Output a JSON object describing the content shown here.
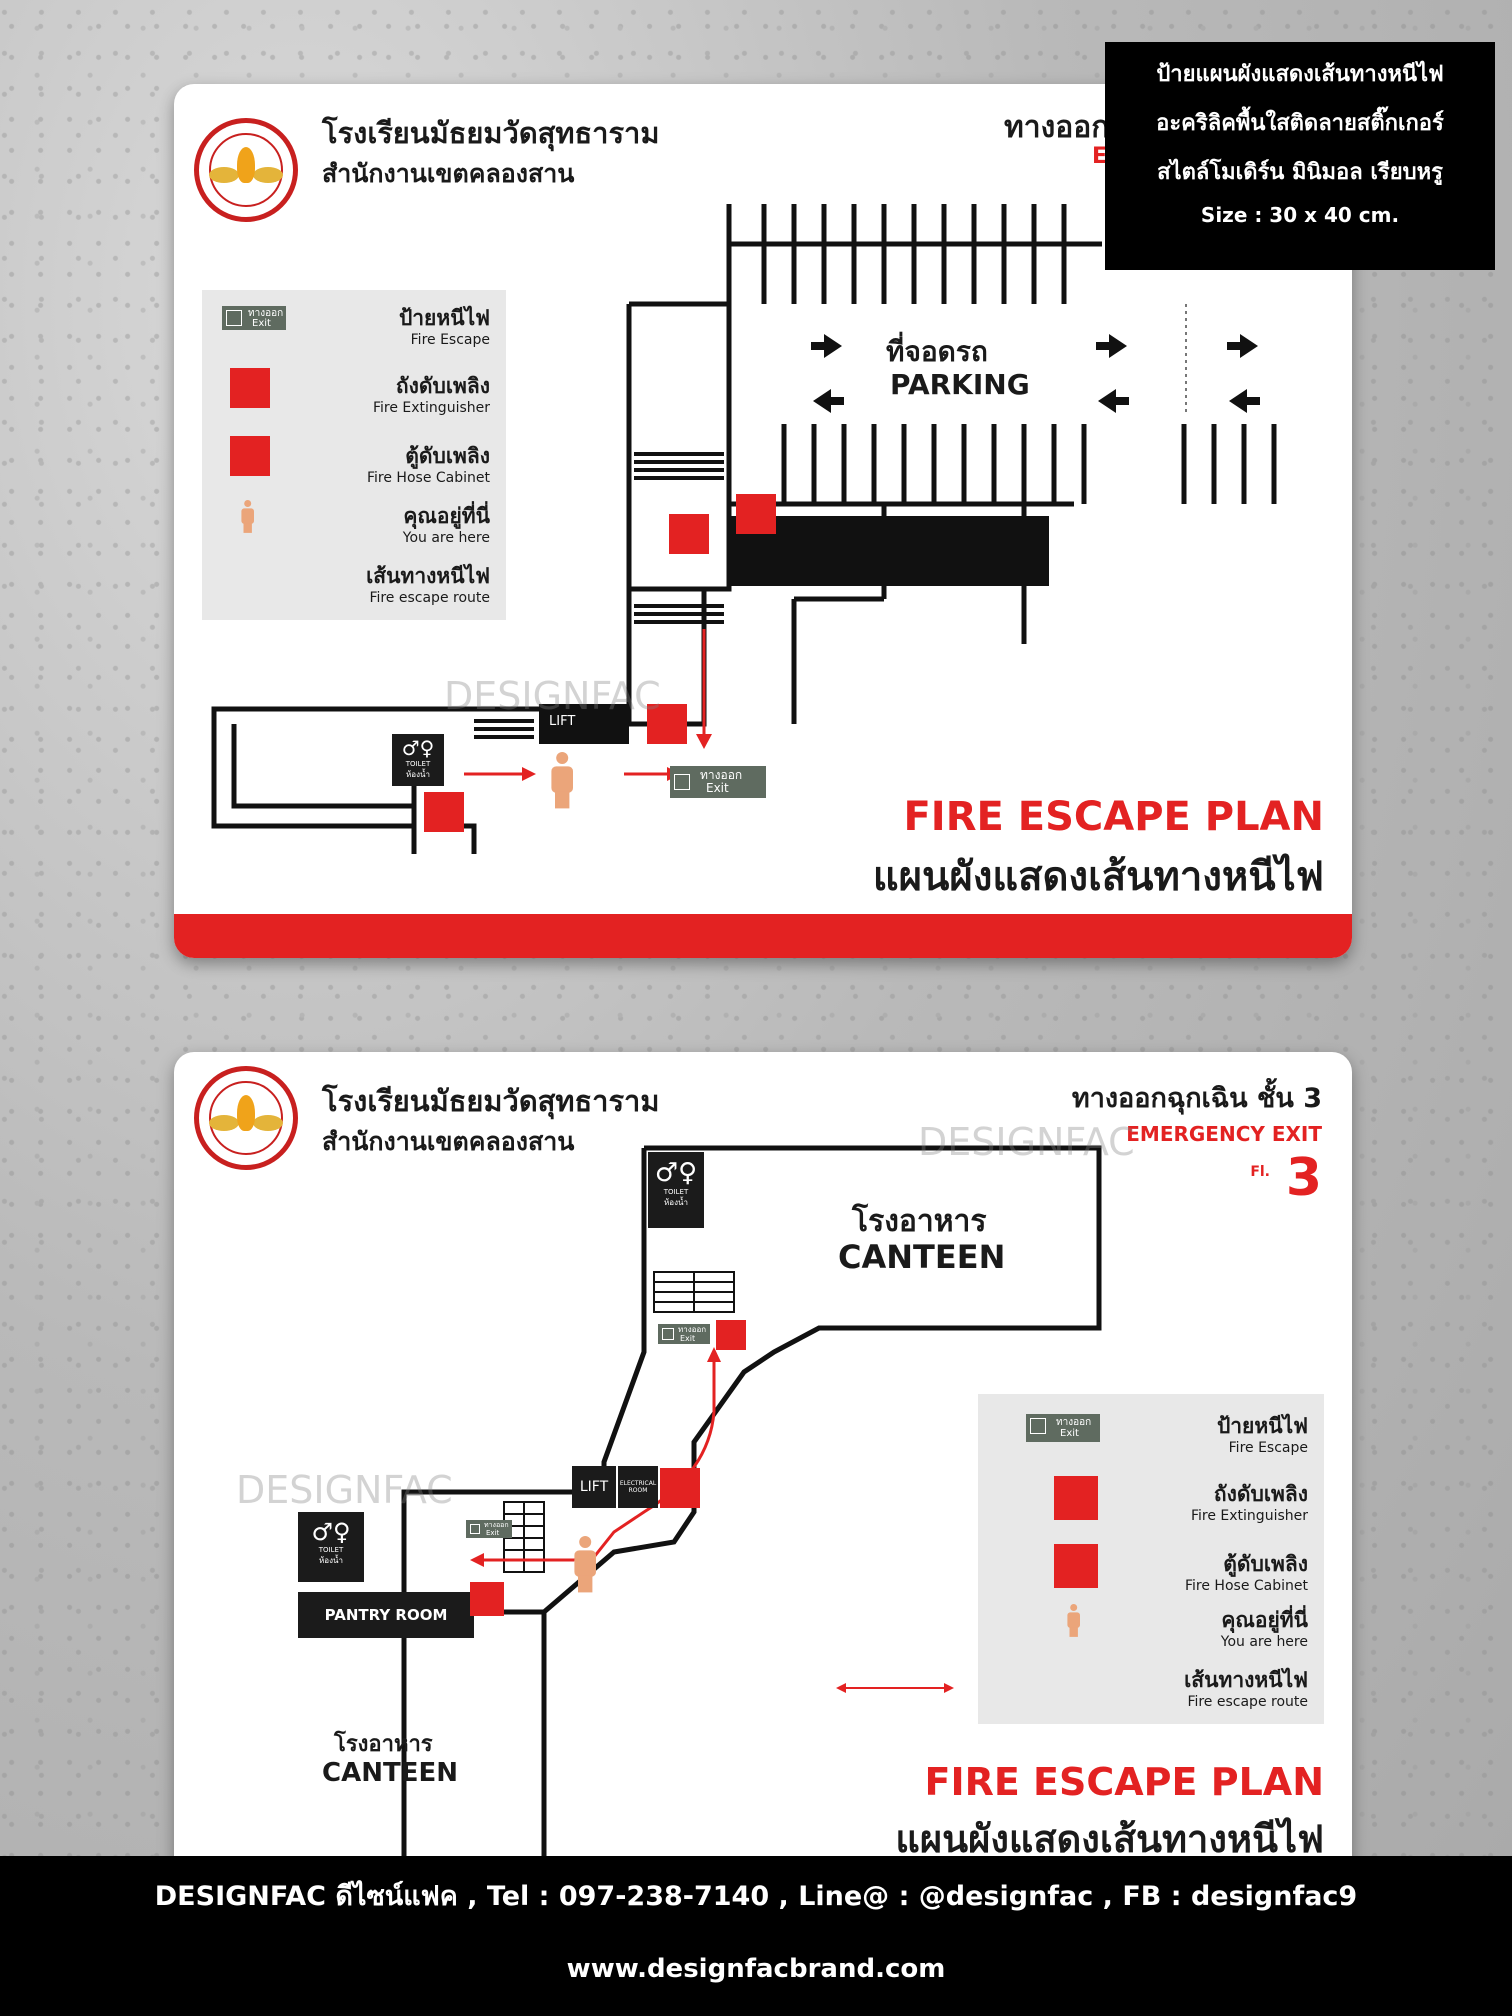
{
  "sign1": {
    "school_name": "โรงเรียนมัธยมวัดสุทธาราม",
    "school_office": "สำนักงานเขตคลองสาน",
    "header_right": "ทางออก",
    "header_right_en": "E",
    "legend": [
      {
        "th": "ป้ายหนีไฟ",
        "en": "Fire Escape"
      },
      {
        "th": "ถังดับเพลิง",
        "en": "Fire Extinguisher"
      },
      {
        "th": "ตู้ดับเพลิง",
        "en": "Fire Hose Cabinet"
      },
      {
        "th": "คุณอยู่ที่นี่",
        "en": "You are here"
      },
      {
        "th": "เส้นทางหนีไฟ",
        "en": "Fire escape route"
      }
    ],
    "exit_badge_th": "ทางออก",
    "exit_badge_en": "Exit",
    "parking_th": "ที่จอดรถ",
    "parking_en": "PARKING",
    "lift": "LIFT",
    "toilet_en": "TOILET",
    "toilet_th": "ห้องน้ำ",
    "plan_en": "FIRE ESCAPE PLAN",
    "plan_th": "แผนผังแสดงเส้นทางหนีไฟ",
    "watermark": "DESIGNFAC"
  },
  "sign2": {
    "school_name": "โรงเรียนมัธยมวัดสุทธาราม",
    "school_office": "สำนักงานเขตคลองสาน",
    "header_right_th": "ทางออกฉุกเฉิน ชั้น 3",
    "header_right_en": "EMERGENCY EXIT",
    "floor_label": "Fl.",
    "floor_number": "3",
    "canteen_th": "โรงอาหาร",
    "canteen_en": "CANTEEN",
    "pantry": "PANTRY ROOM",
    "lift": "LIFT",
    "electrical": "ELECTRICAL ROOM",
    "toilet_en": "TOILET",
    "toilet_th": "ห้องน้ำ",
    "exit_badge_th": "ทางออก",
    "exit_badge_en": "Exit",
    "legend": [
      {
        "th": "ป้ายหนีไฟ",
        "en": "Fire Escape"
      },
      {
        "th": "ถังดับเพลิง",
        "en": "Fire Extinguisher"
      },
      {
        "th": "ตู้ดับเพลิง",
        "en": "Fire Hose Cabinet"
      },
      {
        "th": "คุณอยู่ที่นี่",
        "en": "You are here"
      },
      {
        "th": "เส้นทางหนีไฟ",
        "en": "Fire escape route"
      }
    ],
    "plan_en": "FIRE ESCAPE PLAN",
    "plan_th": "แผนผังแสดงเส้นทางหนีไฟ",
    "watermark_left": "DESIGNFAC",
    "watermark_right": "DESIGNFAC"
  },
  "product_card": {
    "line1": "ป้ายแผนผังแสดงเส้นทางหนีไฟ",
    "line2": "อะคริลิคพื้นใสติดลายสติ๊กเกอร์",
    "line3": "สไตล์โมเดิร์น มินิมอล เรียบหรู",
    "size": "Size : 30 x 40 cm."
  },
  "footer": {
    "contact": "DESIGNFAC ดีไซน์แฟค , Tel : 097-238-7140 , Line@ : @designfac , FB : designfac9",
    "website": "www.designfacbrand.com"
  },
  "colors": {
    "red": "#e32222",
    "exit_green": "#5f6b60",
    "black": "#1b1b1b"
  }
}
